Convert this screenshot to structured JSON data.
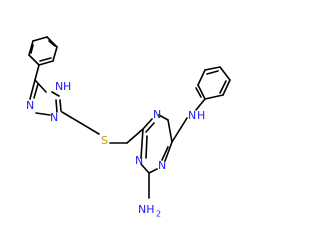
{
  "colors": {
    "carbon_bond": "#000000",
    "nitrogen": "#1a1aff",
    "sulfur": "#c8a000",
    "background": "#ffffff"
  },
  "atom_labels": {
    "triazole_nh": "N",
    "triazole_nh_h": "H",
    "triazole_n1": "N",
    "triazole_n2": "N",
    "sulfur": "S",
    "triazine_n_top": "N",
    "triazine_n_left": "N",
    "triazine_n_bottom": "N",
    "anilino_nh": "N",
    "anilino_nh_h": "H",
    "amine": "NH",
    "amine_sub": "2"
  }
}
